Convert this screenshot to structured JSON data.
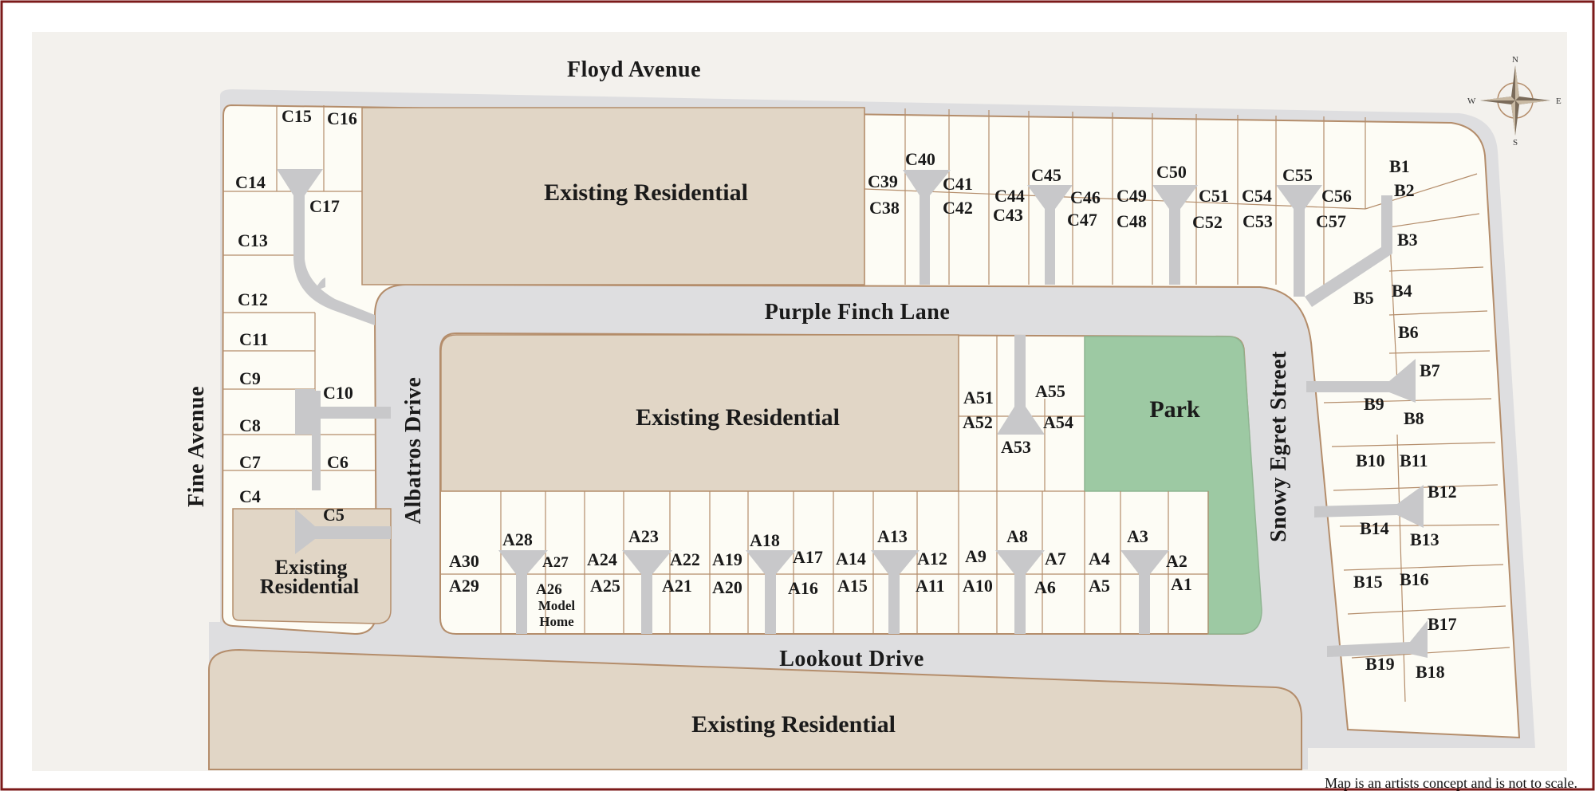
{
  "streets": {
    "floyd": "Floyd Avenue",
    "fine": "Fine Avenue",
    "purple": "Purple Finch Lane",
    "albatros": "Albatros Drive",
    "snowy": "Snowy Egret Street",
    "lookout": "Lookout Drive"
  },
  "areas": {
    "existing_top": "Existing Residential",
    "existing_mid": "Existing Residential",
    "existing_bottom": "Existing Residential",
    "existing_left_1": "Existing",
    "existing_left_2": "Residential",
    "park": "Park",
    "model_1": "Model",
    "model_2": "Home"
  },
  "compass": {
    "n": "N",
    "s": "S",
    "e": "E",
    "w": "W"
  },
  "disclaimer": "Map is an artists concept and is not to scale.",
  "colors": {
    "border": "#7b1a1a",
    "background": "#f3f1ed",
    "lot": "#fdfcf5",
    "lot_line": "#b48d6b",
    "street": "#dedee0",
    "existing": "#e1d6c6",
    "park": "#9dc9a3",
    "drive": "#c8c8ca"
  },
  "lots": {
    "a": [
      "A1",
      "A2",
      "A3",
      "A4",
      "A5",
      "A6",
      "A7",
      "A8",
      "A9",
      "A10",
      "A11",
      "A12",
      "A13",
      "A14",
      "A15",
      "A16",
      "A17",
      "A18",
      "A19",
      "A20",
      "A21",
      "A22",
      "A23",
      "A24",
      "A25",
      "A26",
      "A27",
      "A28",
      "A29",
      "A30",
      "A51",
      "A52",
      "A53",
      "A54",
      "A55"
    ],
    "b": [
      "B1",
      "B2",
      "B3",
      "B4",
      "B5",
      "B6",
      "B7",
      "B8",
      "B9",
      "B10",
      "B11",
      "B12",
      "B13",
      "B14",
      "B15",
      "B16",
      "B17",
      "B18",
      "B19"
    ],
    "c": [
      "C4",
      "C5",
      "C6",
      "C7",
      "C8",
      "C9",
      "C10",
      "C11",
      "C12",
      "C13",
      "C14",
      "C15",
      "C16",
      "C17",
      "C38",
      "C39",
      "C40",
      "C41",
      "C42",
      "C43",
      "C44",
      "C45",
      "C46",
      "C47",
      "C48",
      "C49",
      "C50",
      "C51",
      "C52",
      "C53",
      "C54",
      "C55",
      "C56",
      "C57"
    ]
  }
}
